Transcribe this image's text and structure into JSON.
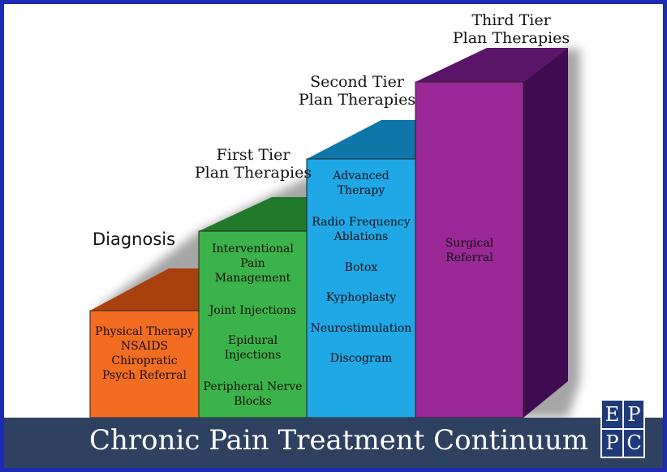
{
  "diagram": {
    "steps": [
      {
        "id": "diagnosis",
        "label": "Diagnosis",
        "items": [
          "Physical Therapy\nNSAIDS\nChiropratic\nPsych Referral"
        ],
        "colors": {
          "front": "#f26c22",
          "top": "#a8410e",
          "side": "#7a2e0a"
        }
      },
      {
        "id": "first-tier",
        "label": "First Tier\nPlan Therapies",
        "items": [
          "Interventional\nPain\nManagement",
          "Joint Injections",
          "Epidural\nInjections",
          "Peripheral Nerve\nBlocks"
        ],
        "colors": {
          "front": "#3cb34a",
          "top": "#217a2a",
          "side": "#1a5c20"
        }
      },
      {
        "id": "second-tier",
        "label": "Second Tier\nPlan Therapies",
        "items": [
          "Advanced\nTherapy",
          "Radio Frequency\nAblations",
          "Botox",
          "Kyphoplasty",
          "Neurostimulation",
          "Discogram"
        ],
        "colors": {
          "front": "#1fa7e6",
          "top": "#0e76a8",
          "side": "#0b5a80"
        }
      },
      {
        "id": "third-tier",
        "label": "Third Tier\nPlan Therapies",
        "items": [
          "Surgical\nReferral"
        ],
        "colors": {
          "front": "#9a2896",
          "top": "#5a1468",
          "side": "#3f0c52"
        }
      }
    ]
  },
  "banner": {
    "title": "Chronic Pain Treatment Continuum",
    "background": "#2e4160"
  },
  "logo": {
    "letters": [
      "E",
      "P",
      "P",
      "C"
    ]
  },
  "frame_color": "#1c2bb0"
}
